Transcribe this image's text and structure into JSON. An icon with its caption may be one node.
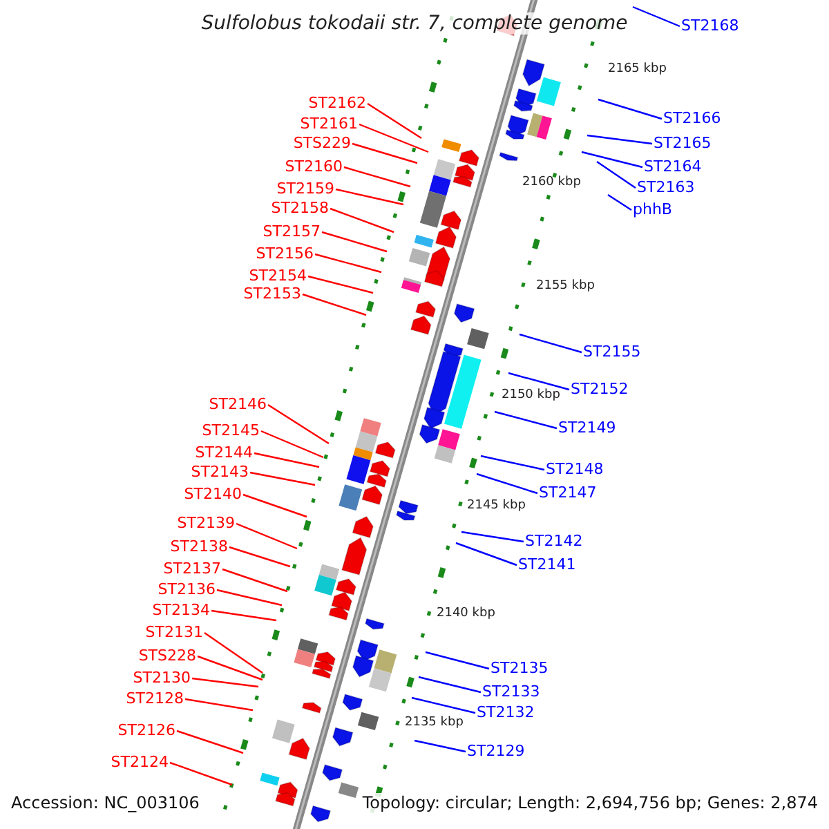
{
  "diagram": {
    "title": "Sulfolobus tokodaii str. 7, complete genome",
    "nodes": [
      {
        "text": [
          "ST2162"
        ]
      },
      {
        "text": [
          "ST2161"
        ]
      },
      {
        "text": [
          "STS229"
        ]
      },
      {
        "text": [
          "ST2160"
        ]
      },
      {
        "text": [
          "ST2159"
        ]
      },
      {
        "text": [
          "ST2158"
        ]
      },
      {
        "text": [
          "ST2157"
        ]
      },
      {
        "text": [
          "ST2156"
        ]
      },
      {
        "text": [
          "ST2154"
        ]
      },
      {
        "text": [
          "ST2153"
        ]
      },
      {
        "text": [
          "ST2146"
        ]
      },
      {
        "text": [
          "ST2145"
        ]
      },
      {
        "text": [
          "ST2144"
        ]
      },
      {
        "text": [
          "ST2143"
        ]
      },
      {
        "text": [
          "ST2140"
        ]
      },
      {
        "text": [
          "ST2139"
        ]
      },
      {
        "text": [
          "ST2138"
        ]
      },
      {
        "text": [
          "ST2137"
        ]
      },
      {
        "text": [
          "ST2136"
        ]
      },
      {
        "text": [
          "ST2134"
        ]
      },
      {
        "text": [
          "ST2131"
        ]
      },
      {
        "text": [
          "STS228"
        ]
      },
      {
        "text": [
          "ST2130"
        ]
      },
      {
        "text": [
          "ST2128"
        ]
      },
      {
        "text": [
          "ST2126"
        ]
      },
      {
        "text": [
          "ST2124"
        ]
      },
      {
        "text": [
          "ST2168"
        ]
      },
      {
        "text": [
          "ST2166"
        ]
      },
      {
        "text": [
          "ST2165"
        ]
      },
      {
        "text": [
          "ST2164"
        ]
      },
      {
        "text": [
          "ST2163"
        ]
      },
      {
        "text": [
          "phhB"
        ]
      },
      {
        "text": [
          "ST2155"
        ]
      },
      {
        "text": [
          "ST2152"
        ]
      },
      {
        "text": [
          "ST2149"
        ]
      },
      {
        "text": [
          "ST2148"
        ]
      },
      {
        "text": [
          "ST2147"
        ]
      },
      {
        "text": [
          "ST2142"
        ]
      },
      {
        "text": [
          "ST2141"
        ]
      },
      {
        "text": [
          "ST2135"
        ]
      },
      {
        "text": [
          "ST2133"
        ]
      },
      {
        "text": [
          "ST2132"
        ]
      },
      {
        "text": [
          "ST2129"
        ]
      }
    ],
    "edges": [
      {
        "from": 0,
        "to": null,
        "arrow": "none"
      },
      {
        "from": 1,
        "to": null,
        "arrow": "none"
      },
      {
        "from": 2,
        "to": null,
        "arrow": "none"
      },
      {
        "from": 3,
        "to": null,
        "arrow": "none"
      },
      {
        "from": 4,
        "to": null,
        "arrow": "none"
      },
      {
        "from": 5,
        "to": null,
        "arrow": "none"
      },
      {
        "from": 6,
        "to": null,
        "arrow": "none"
      },
      {
        "from": 7,
        "to": null,
        "arrow": "none"
      },
      {
        "from": 8,
        "to": null,
        "arrow": "none"
      },
      {
        "from": 9,
        "to": null,
        "arrow": "none"
      },
      {
        "from": 10,
        "to": null,
        "arrow": "none"
      },
      {
        "from": 11,
        "to": null,
        "arrow": "none"
      },
      {
        "from": 12,
        "to": null,
        "arrow": "none"
      },
      {
        "from": 13,
        "to": null,
        "arrow": "none"
      },
      {
        "from": 14,
        "to": null,
        "arrow": "none"
      },
      {
        "from": 15,
        "to": null,
        "arrow": "none"
      },
      {
        "from": 16,
        "to": null,
        "arrow": "none"
      },
      {
        "from": 17,
        "to": null,
        "arrow": "none"
      },
      {
        "from": 18,
        "to": null,
        "arrow": "none"
      },
      {
        "from": 19,
        "to": null,
        "arrow": "none"
      },
      {
        "from": 20,
        "to": null,
        "arrow": "none"
      },
      {
        "from": 21,
        "to": null,
        "arrow": "none"
      },
      {
        "from": 22,
        "to": null,
        "arrow": "none"
      },
      {
        "from": 23,
        "to": null,
        "arrow": "none"
      },
      {
        "from": 24,
        "to": null,
        "arrow": "none"
      },
      {
        "from": 25,
        "to": null,
        "arrow": "none"
      },
      {
        "from": 26,
        "to": null,
        "arrow": "none",
        "color": "#0000ff"
      },
      {
        "from": 27,
        "to": null,
        "arrow": "none",
        "color": "#0000ff"
      },
      {
        "from": 28,
        "to": null,
        "arrow": "none",
        "color": "#0000ff"
      },
      {
        "from": 29,
        "to": null,
        "arrow": "none",
        "color": "#0000ff"
      },
      {
        "from": 30,
        "to": null,
        "arrow": "none",
        "color": "#0000ff"
      },
      {
        "from": 31,
        "to": null,
        "arrow": "none",
        "color": "#0000ff"
      },
      {
        "from": 32,
        "to": null,
        "arrow": "none",
        "color": "#0000ff"
      },
      {
        "from": 33,
        "to": null,
        "arrow": "none",
        "color": "#0000ff"
      },
      {
        "from": 34,
        "to": null,
        "arrow": "none",
        "color": "#0000ff"
      },
      {
        "from": 35,
        "to": null,
        "arrow": "none",
        "color": "#0000ff"
      },
      {
        "from": 36,
        "to": null,
        "arrow": "none",
        "color": "#0000ff"
      },
      {
        "from": 37,
        "to": null,
        "arrow": "none",
        "color": "#0000ff"
      },
      {
        "from": 38,
        "to": null,
        "arrow": "none",
        "color": "#0000ff"
      },
      {
        "from": 39,
        "to": null,
        "arrow": "none",
        "color": "#0000ff"
      },
      {
        "from": 40,
        "to": null,
        "arrow": "none",
        "color": "#0000ff"
      },
      {
        "from": 41,
        "to": null,
        "arrow": "none",
        "color": "#0000ff"
      },
      {
        "from": 42,
        "to": null,
        "arrow": "none",
        "color": "#0000ff"
      }
    ],
    "labels": [
      "2165 kbp",
      "2160 kbp",
      "2155 kbp",
      "2150 kbp",
      "2145 kbp",
      "2140 kbp",
      "2135 kbp",
      "Accession: NC_003106",
      "Topology: circular; Length: 2,694,756 bp; Genes: 2,874"
    ]
  }
}
